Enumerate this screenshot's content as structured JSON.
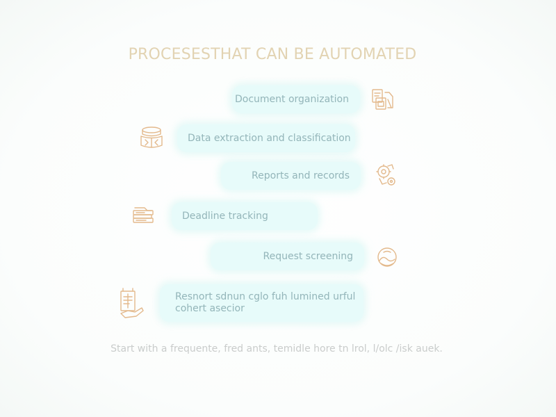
{
  "title": "PROCESESTHAT CAN BE AUTOMATED",
  "items": [
    {
      "label": "Document organization",
      "icon": "folder-documents-icon"
    },
    {
      "label": "Data extraction and classification",
      "icon": "box-sort-icon"
    },
    {
      "label": "Reports and records",
      "icon": "gears-report-icon"
    },
    {
      "label": "Deadline tracking",
      "icon": "file-stack-icon"
    },
    {
      "label": "Request screening",
      "icon": "screening-globe-icon"
    },
    {
      "label_line1": "Resnort sdnun cglo fuh lumined urful",
      "label_line2": "cohert asecior",
      "icon": "document-hand-icon"
    }
  ],
  "footer": "Start with a frequente, fred ants, temidle hore tn lrol, l/olc /isk auek.",
  "colors": {
    "title": "#e2d3b2",
    "pill_background": "#e7fbfa",
    "pill_text": "#93b5b9",
    "icon_stroke": "#e3b98c",
    "footer_text": "#c9cccb"
  }
}
